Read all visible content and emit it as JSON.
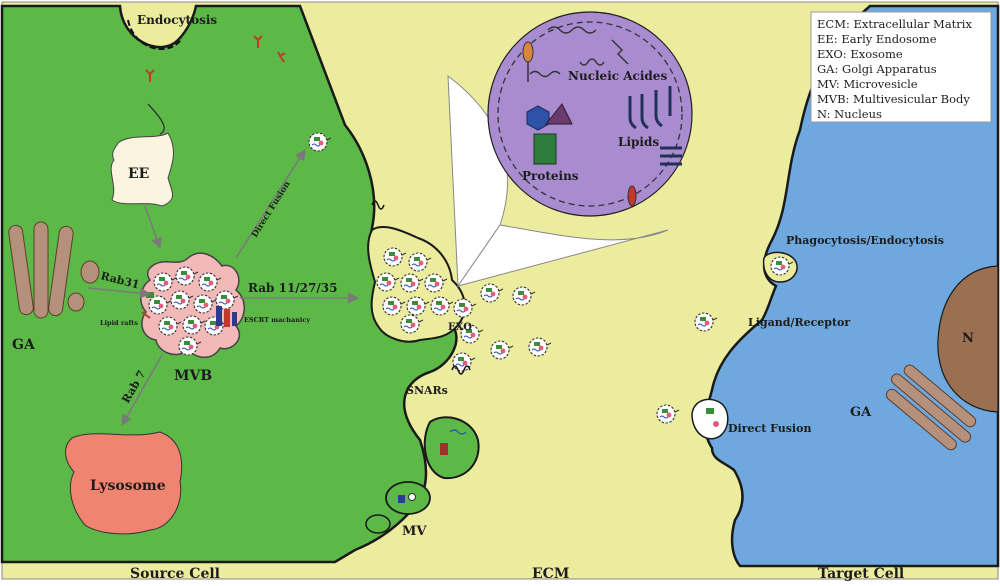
{
  "legend": {
    "items": [
      "ECM: Extracellular Matrix",
      "EE: Early Endosome",
      "EXO: Exosome",
      "GA: Golgi Apparatus",
      "MV: Microvesicle",
      "MVB: Multivesicular Body",
      "N: Nucleus"
    ]
  },
  "labels": {
    "endocytosis": "Endocytosis",
    "ee": "EE",
    "rab31": "Rab31",
    "ga_source": "GA",
    "lipid_rafts": "Lipid rafts",
    "mvb": "MVB",
    "escrt": "ESCRT machanicy",
    "rab7": "Rab 7",
    "lysosome": "Lysosome",
    "direct_fusion_arrow": "Direct Fusion",
    "rab_11_27_35": "Rab 11/27/35",
    "exo": "EXO",
    "snars": "SNARs",
    "mv": "MV",
    "nucleic_acides": "Nucleic Acides",
    "lipids": "Lipids",
    "proteins": "Proteins",
    "phago": "Phagocytosis/Endocytosis",
    "ligand_receptor": "Ligand/Receptor",
    "direct_fusion_target": "Direct Fusion",
    "nucleus": "N",
    "ga_target": "GA",
    "source_cell": "Source Cell",
    "ecm": "ECM",
    "target_cell": "Target Cell"
  },
  "colors": {
    "ecm_background": "#ecec9f",
    "source_cell": "#5cb948",
    "target_cell": "#6ea8de",
    "mvb": "#f3b8b8",
    "lysosome": "#f08470",
    "golgi": "#b5917c",
    "exosome_zoom": "#a98bd0",
    "nucleus": "#9b6f52"
  }
}
